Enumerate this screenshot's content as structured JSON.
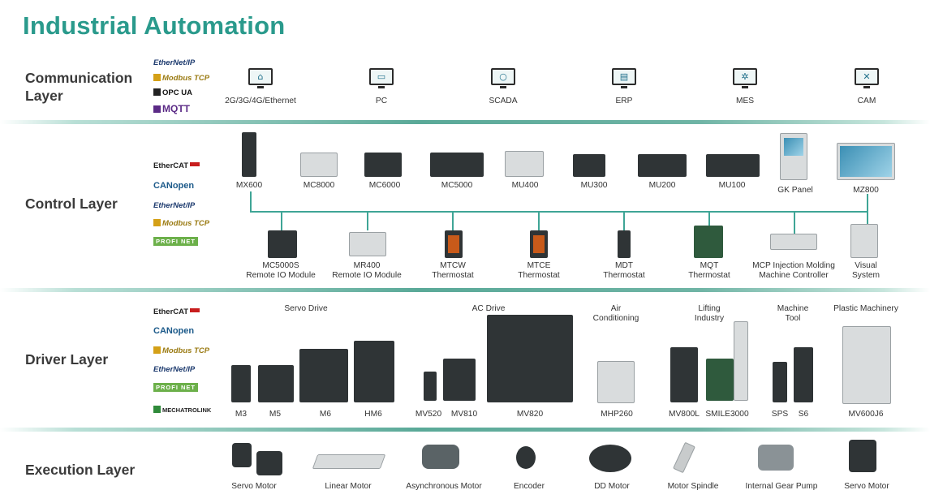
{
  "page_title": "Industrial Automation",
  "layers": {
    "communication": "Communication Layer",
    "control": "Control Layer",
    "driver": "Driver Layer",
    "execution": "Execution Layer"
  },
  "protocols": {
    "communication": [
      "EtherNet/IP",
      "Modbus TCP",
      "OPC UA",
      "MQTT"
    ],
    "control": [
      "EtherCAT",
      "CANopen",
      "EtherNet/IP",
      "Modbus TCP",
      "PROFI NET"
    ],
    "driver": [
      "EtherCAT",
      "CANopen",
      "Modbus TCP",
      "EtherNet/IP",
      "PROFI NET",
      "MECHATROLINK"
    ]
  },
  "communication_items": [
    "2G/3G/4G/Ethernet",
    "PC",
    "SCADA",
    "ERP",
    "MES",
    "CAM"
  ],
  "control_top": [
    "MX600",
    "MC8000",
    "MC6000",
    "MC5000",
    "MU400",
    "MU300",
    "MU200",
    "MU100",
    "GK Panel",
    "MZ800"
  ],
  "control_bottom": [
    {
      "line1": "MC5000S",
      "line2": "Remote IO Module"
    },
    {
      "line1": "MR400",
      "line2": "Remote IO Module"
    },
    {
      "line1": "MTCW",
      "line2": "Thermostat"
    },
    {
      "line1": "MTCE",
      "line2": "Thermostat"
    },
    {
      "line1": "MDT",
      "line2": "Thermostat"
    },
    {
      "line1": "MQT",
      "line2": "Thermostat"
    },
    {
      "line1": "MCP Injection Molding",
      "line2": "Machine Controller"
    },
    {
      "line1": "Visual",
      "line2": "System"
    }
  ],
  "driver_groups": {
    "servo": "Servo Drive",
    "ac": "AC Drive",
    "air1": "Air",
    "air2": "Conditioning",
    "lift1": "Lifting",
    "lift2": "Industry",
    "mt1": "Machine",
    "mt2": "Tool",
    "plastic": "Plastic Machinery"
  },
  "driver_items": [
    "M3",
    "M5",
    "M6",
    "HM6",
    "MV520",
    "MV810",
    "MV820",
    "MHP260",
    "MV800L",
    "SMILE3000",
    "SPS",
    "S6",
    "MV600J6"
  ],
  "execution_items": [
    "Servo Motor",
    "Linear Motor",
    "Asynchronous Motor",
    "Encoder",
    "DD Motor",
    "Motor Spindle",
    "Internal Gear Pump",
    "Servo Motor"
  ],
  "colors": {
    "accent": "#2a9a8c",
    "bus": "#3fa596"
  },
  "icons": [
    "signal-tower-icon",
    "laptop-icon",
    "magnifier-icon",
    "document-icon",
    "gears-icon",
    "tools-icon"
  ]
}
